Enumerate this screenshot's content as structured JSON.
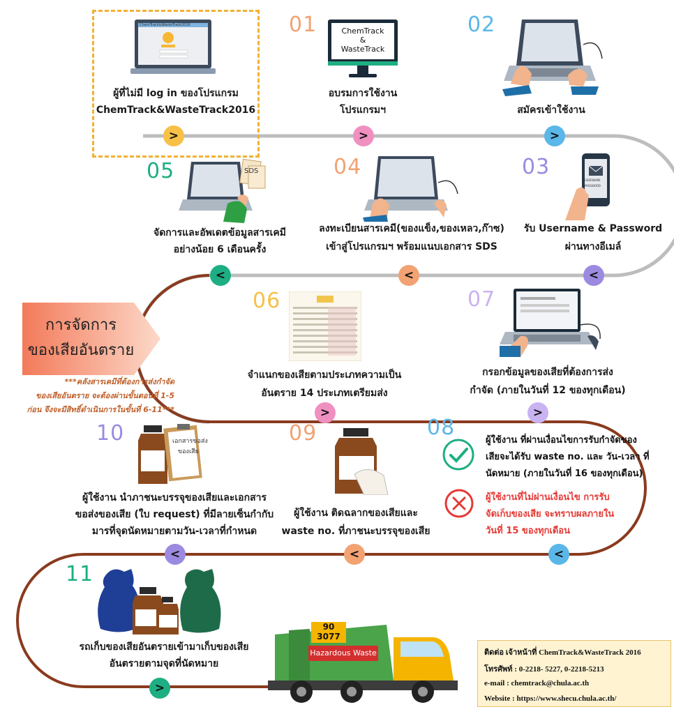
{
  "colors": {
    "orange": "#F2A273",
    "blue": "#5AB7E8",
    "green": "#1EAE83",
    "purple": "#9B8AE0",
    "pink": "#F090C0",
    "yellow": "#F7C047",
    "brown": "#8A3A1E",
    "gray": "#BDBDBD"
  },
  "steps": {
    "s0": {
      "caption1": "ผู้ที่ไม่มี log in ของโปรแกรม",
      "caption2": "ChemTrack&WasteTrack2016",
      "screen": "ChemTrack&WasteTrack2016"
    },
    "s1": {
      "num": "01",
      "caption1": "อบรมการใช้งาน",
      "caption2": "โปรแกรมฯ",
      "screen1": "ChemTrack",
      "screen2": "&",
      "screen3": "WasteTrack"
    },
    "s2": {
      "num": "02",
      "caption1": "สมัครเข้าใช้งาน"
    },
    "s3": {
      "num": "03",
      "caption1": "รับ Username & Password",
      "caption2": "ผ่านทางอีเมล์",
      "phone1": "USERNAME",
      "phone2": "PASSWORD"
    },
    "s4": {
      "num": "04",
      "caption1": "ลงทะเบียนสารเคมี(ของแข็ง,ของเหลว,ก๊าซ)",
      "caption2": "เข้าสู่โปรแกรมฯ พร้อมแนบเอกสาร SDS"
    },
    "s5": {
      "num": "05",
      "caption1": "จัดการและอัพเดตข้อมูลสารเคมี",
      "caption2": "อย่างน้อย 6 เดือนครั้ง",
      "sds": "SDS"
    },
    "s6": {
      "num": "06",
      "caption1": "จำแนกของเสียตามประเภทความเป็น",
      "caption2": "อันตราย 14 ประเภทเตรียมส่ง"
    },
    "s7": {
      "num": "07",
      "caption1": "กรอกข้อมูลของเสียที่ต้องการส่ง",
      "caption2": "กำจัด (ภายในวันที่ 12 ของทุกเดือน)"
    },
    "s8": {
      "num": "08",
      "ok1": "ผู้ใช้งาน ที่ผ่านเงื่อนไขการรับกำจัดของ",
      "ok2": "เสียจะได้รับ waste no. และ วัน-เวลา ที่",
      "ok3": "นัดหมาย  (ภายในวันที่ 16 ของทุกเดือน)",
      "ng1": "ผู้ใช้งานที่ไม่ผ่านเงื่อนไข การรับ",
      "ng2": "จัดเก็บของเสีย จะทราบผลภายใน",
      "ng3": "วันที่ 15 ของทุกเดือน"
    },
    "s9": {
      "num": "09",
      "caption1": "ผู้ใช้งาน ติดฉลากของเสียและ",
      "caption2": "waste no. ที่ภาชนะบรรจุของเสีย"
    },
    "s10": {
      "num": "10",
      "caption1": "ผู้ใช้งาน นำภาชนะบรรจุของเสียและเอกสาร",
      "caption2": "ขอส่งของเสีย (ใบ request) ที่มีลายเซ็นกำกับ",
      "caption3": "มารที่จุดนัดหมายตามวัน-เวลาที่กำหนด",
      "clip1": "เอกสารขอส่ง",
      "clip2": "ของเสีย"
    },
    "s11": {
      "num": "11",
      "caption1": "รถเก็บของเสียอันตรายเข้ามาเก็บของเสีย",
      "caption2": "อันตรายตามจุดที่นัดหมาย",
      "truck_top": "90",
      "truck_bottom": "3077",
      "truck_label": "Hazardous Waste"
    }
  },
  "banner": {
    "line1": "การจัดการ",
    "line2": "ของเสียอันตราย"
  },
  "note": {
    "line1": "***คลังสารเคมีที่ต้องการส่งกำจัด",
    "line2": "ของเสียอันตราย จะต้องผ่านขั้นตอนที่ 1-5",
    "line3": "ก่อน จึงจะมีสิทธิ์ดำเนินการในขั้นที่ 6-11***"
  },
  "contact": {
    "line1": "ติดต่อ เจ้าหน้าที่ ChemTrack&WasteTrack 2016",
    "line2": "โทรศัพท์ : 0-2218- 5227, 0-2218-5213",
    "line3": "e-mail : chemtrack@chula.ac.th",
    "line4": "Website : https://www.shecu.chula.ac.th/"
  },
  "arrows": {
    "right": ">",
    "left": "<"
  }
}
